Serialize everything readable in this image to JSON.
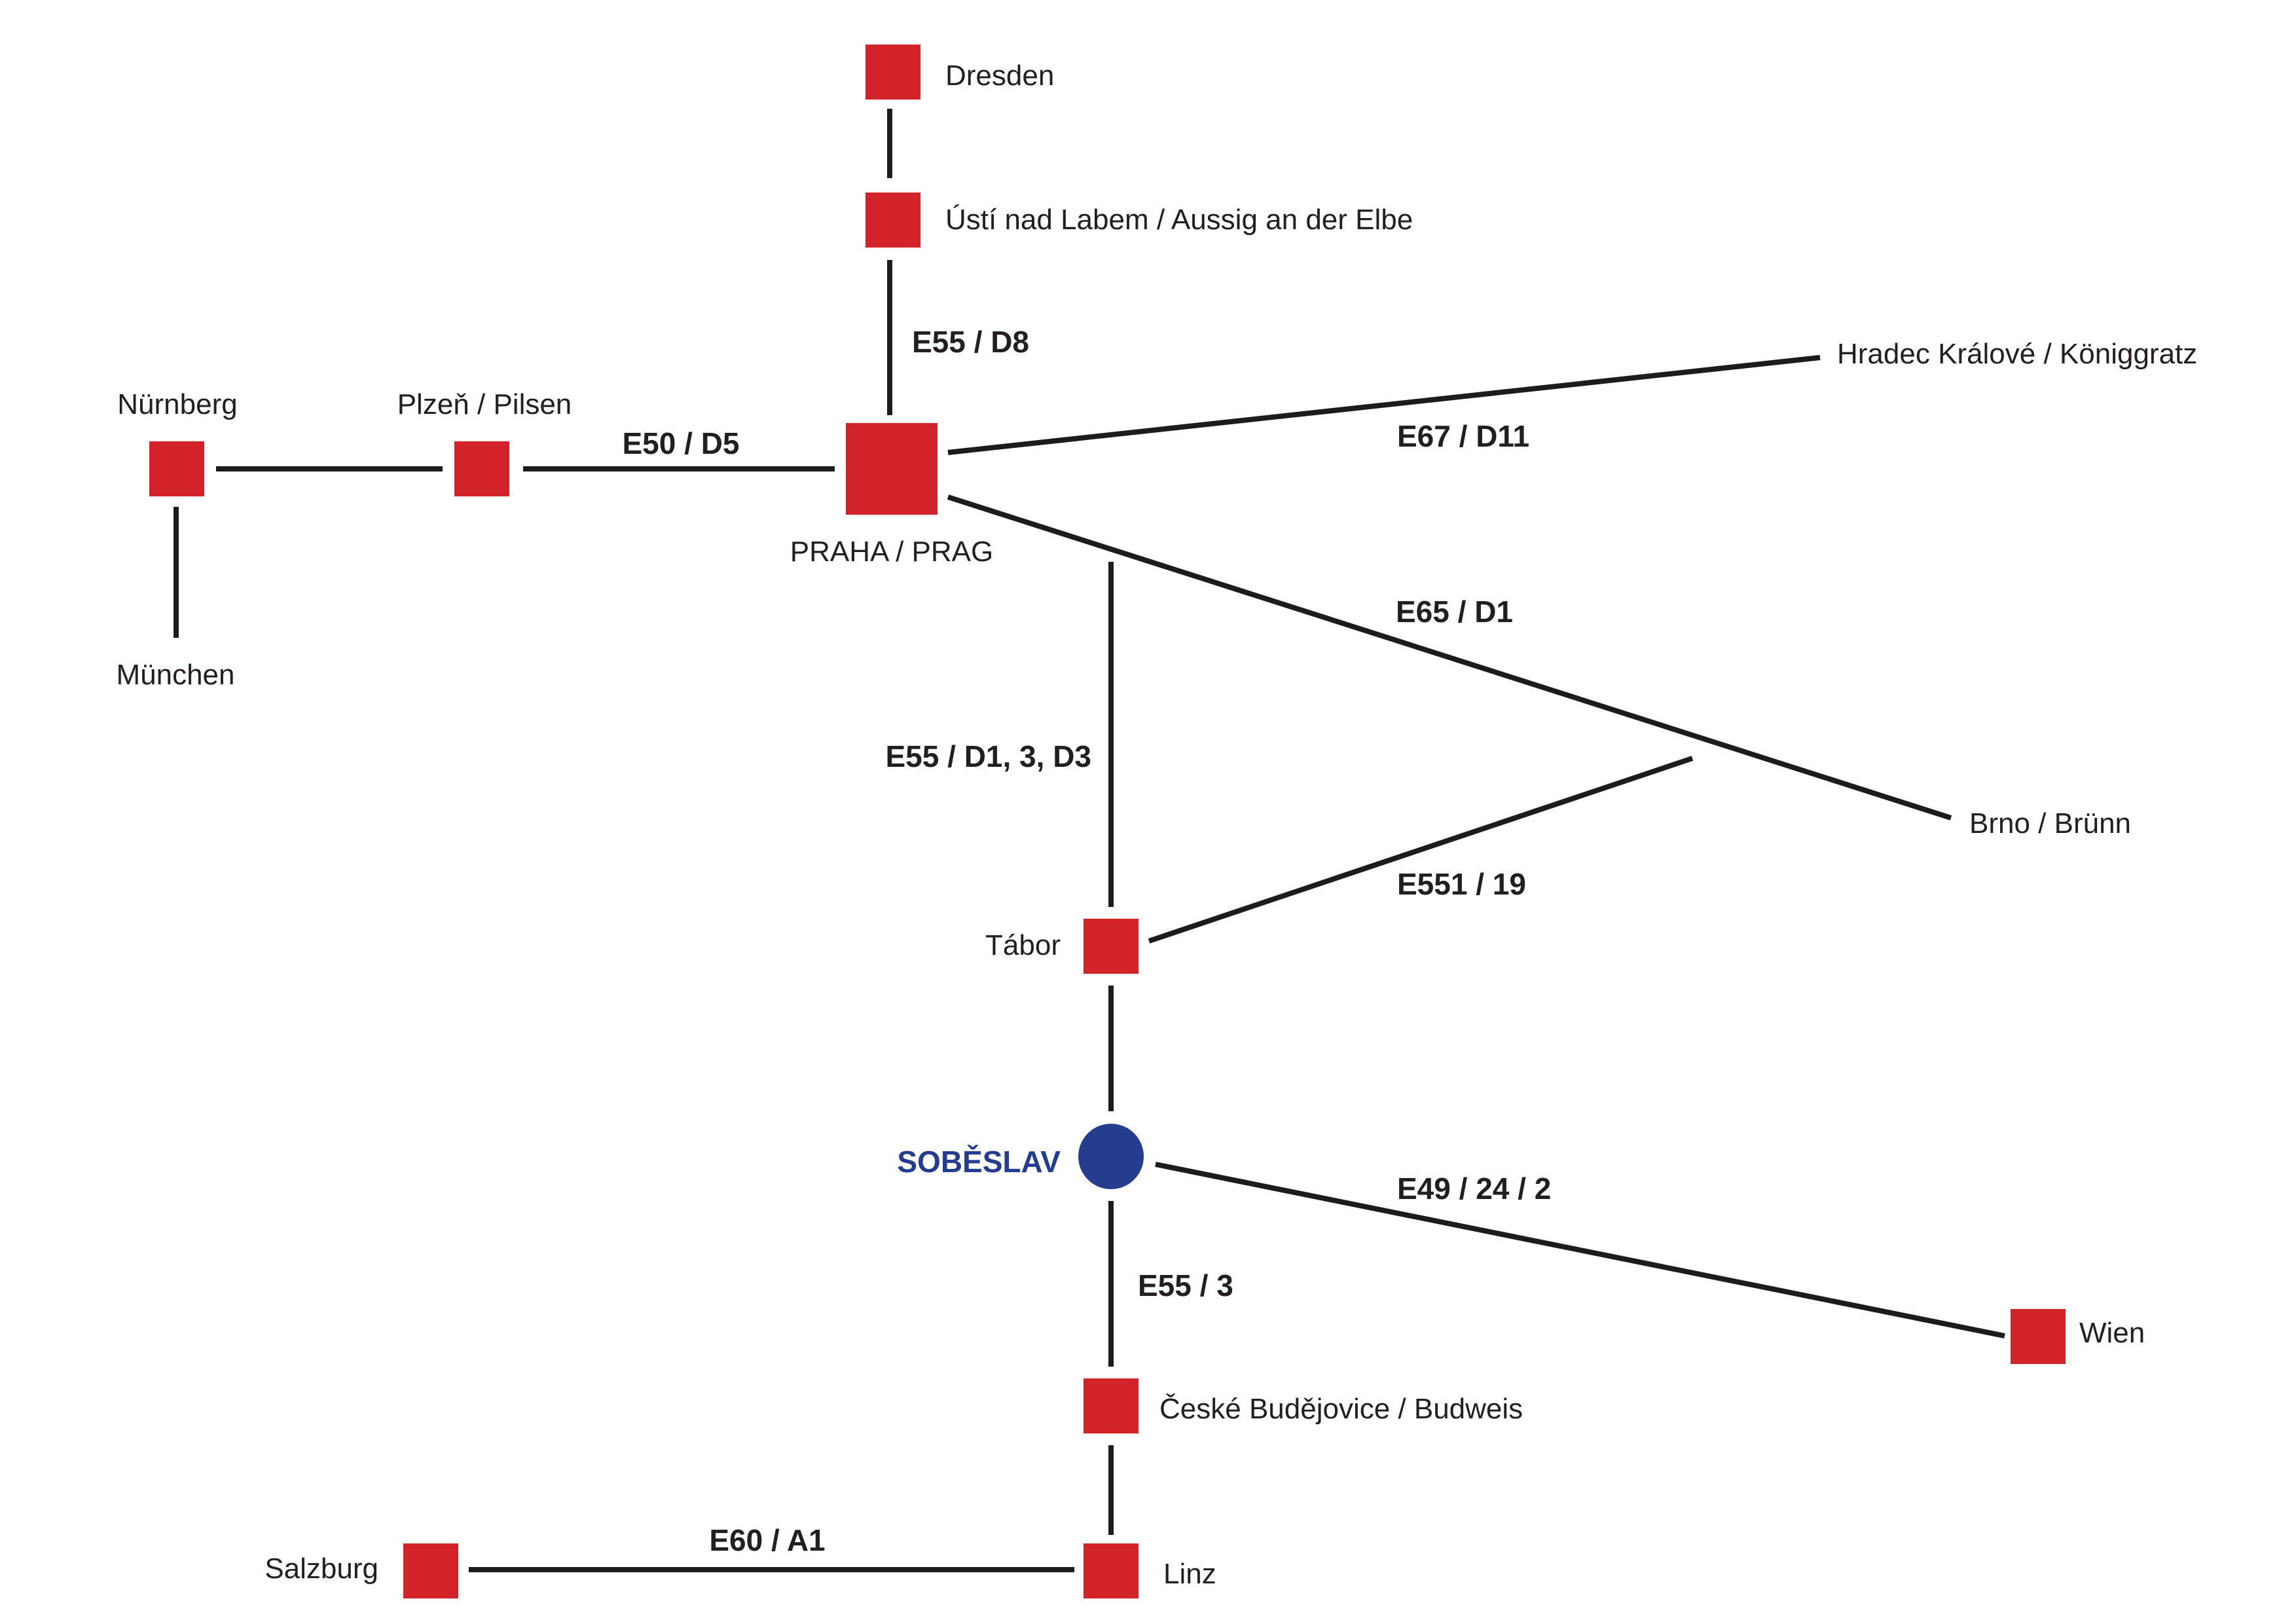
{
  "colors": {
    "city_marker": "#d2232a",
    "home_marker": "#243d8f",
    "home_label": "#243d8f",
    "road_line": "#1c1c1c",
    "text": "#231f20"
  },
  "home": {
    "name": "SOBĚSLAV"
  },
  "cities": {
    "dresden": "Dresden",
    "usti": "Ústí nad Labem / Aussig an der Elbe",
    "praha": "PRAHA / PRAG",
    "hradec": "Hradec Králové / Königgratz",
    "nurnberg": "Nürnberg",
    "plzen": "Plzeň / Pilsen",
    "munchen": "München",
    "brno": "Brno / Brünn",
    "tabor": "Tábor",
    "wien": "Wien",
    "budejovice": "České Budějovice / Budweis",
    "salzburg": "Salzburg",
    "linz": "Linz"
  },
  "roads": {
    "e55_d8": "E55 / D8",
    "e50_d5": "E50 / D5",
    "e67_d11": "E67 / D11",
    "e65_d1": "E65 / D1",
    "e55_d1_3_d3": "E55 / D1, 3, D3",
    "e551_19": "E551 / 19",
    "e49_24_2": "E49 / 24 / 2",
    "e55_3": "E55 / 3",
    "e60_a1": "E60 / A1"
  }
}
